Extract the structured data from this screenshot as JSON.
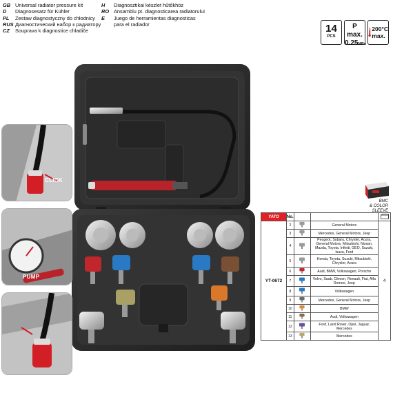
{
  "languages_left": [
    {
      "code": "GB",
      "text": "Universal radiator pressure kit"
    },
    {
      "code": "D",
      "text": "Diagnosesatz für Kühler"
    },
    {
      "code": "PL",
      "text": "Zestaw diagnostyczny do chłodnicy"
    },
    {
      "code": "RUS",
      "text": "Диагностический набор к радиатору"
    },
    {
      "code": "CZ",
      "text": "Souprava k diagnostice chladiče"
    }
  ],
  "languages_right": [
    {
      "code": "H",
      "text": "Diagnosztikai készlet hűtőkhöz"
    },
    {
      "code": "RO",
      "text": "Ansamblu pt. diagnosticarea radiatorului"
    },
    {
      "code": "E",
      "text": "Juego de herramientas diagnosticas"
    },
    {
      "code": "",
      "text": "para el radiador"
    }
  ],
  "badges": {
    "pieces": {
      "value": "14",
      "unit": "PCS"
    },
    "pressure": {
      "label": "P max.",
      "value": "0.25",
      "unit": "MPa"
    },
    "temperature": {
      "value": "200°C",
      "label": "max."
    }
  },
  "insets": {
    "click_label": "CLICK",
    "pump_label": "PUMP"
  },
  "box_caption": [
    "BMC",
    "& COLOR",
    "SLEEVE"
  ],
  "table": {
    "brand": "YATO",
    "header_no": "No.",
    "code": "YT-0672",
    "quantity": "4",
    "rows": [
      {
        "no": "2",
        "models": "General Motors",
        "color": "#9a9a9a"
      },
      {
        "no": "3",
        "models": "Mercedes, General Motors, Jeep",
        "color": "#9a9a9a"
      },
      {
        "no": "4",
        "models": "Peugeot, Subaru, Chrysler, Acura, General Motors, Mitsubishi, Nissan, Mazda, Toyota, Infiniti, GEO, Suzuki, Isuzu, Ford",
        "color": "#9a9a9a"
      },
      {
        "no": "5",
        "models": "Honda, Toyota, Suzuki, Mitsubishi, Chrysler, Acura",
        "color": "#9a9a9a"
      },
      {
        "no": "6",
        "models": "Audi, BMW, Volkswagen, Porsche",
        "color": "#c0262b"
      },
      {
        "no": "7",
        "models": "Volvo, Saab, Citroen, Renault, Fiat, Alfa Romeo, Jeep",
        "color": "#2a79c4"
      },
      {
        "no": "8",
        "models": "Volkswagen",
        "color": "#2a79c4"
      },
      {
        "no": "9",
        "models": "Mercedes, General Motors, Jeep",
        "color": "#6b6b6b"
      },
      {
        "no": "10",
        "models": "BMW",
        "color": "#d98a3c"
      },
      {
        "no": "11",
        "models": "Audi, Volkswagen",
        "color": "#8a6a4a"
      },
      {
        "no": "12",
        "models": "Ford, Land Rover, Opel, Jaguar, Mercedes",
        "color": "#6a4ea0"
      },
      {
        "no": "13",
        "models": "Mercedes",
        "color": "#b8a870"
      }
    ]
  },
  "colors": {
    "case": "#2b2b2b",
    "accent_red": "#e31e24",
    "adapter_red": "#c0262b",
    "adapter_blue": "#2a79c4",
    "adapter_brown": "#7a5034",
    "adapter_olive": "#a8a064",
    "adapter_orange": "#d9772a",
    "adapter_silver": "#b5b5b5"
  }
}
